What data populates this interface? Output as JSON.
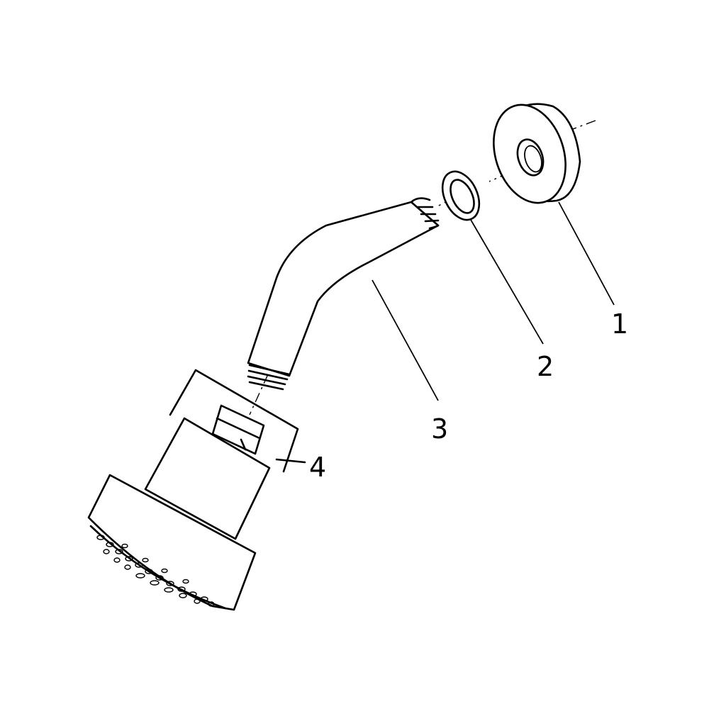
{
  "callouts": [
    {
      "id": "flange",
      "label": "1"
    },
    {
      "id": "washer",
      "label": "2"
    },
    {
      "id": "shower-arm",
      "label": "3"
    },
    {
      "id": "shower-head",
      "label": "4"
    }
  ]
}
